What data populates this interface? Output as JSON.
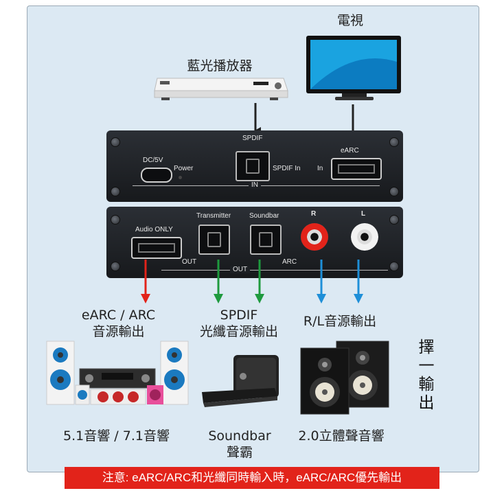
{
  "sources": {
    "tv_label": "電視",
    "bluray_label": "藍光播放器"
  },
  "input_panel": {
    "spdif": "SPDIF",
    "dc": "DC/5V",
    "power": "Power",
    "spdif_in": "SPDIF In",
    "in_small": "In",
    "earc": "eARC",
    "in_group": "IN"
  },
  "output_panel": {
    "audio_only": "Audio ONLY",
    "transmitter": "Transmitter",
    "soundbar": "Soundbar",
    "r": "R",
    "l": "L",
    "out_small": "OUT",
    "out_group": "OUT",
    "arc": "ARC"
  },
  "outputs": [
    {
      "line1": "eARC / ARC",
      "line2": "音源輸出",
      "device": "5.1音響 / 7.1音響",
      "device2": ""
    },
    {
      "line1": "SPDIF",
      "line2": "光纖音源輸出",
      "device": "Soundbar",
      "device2": "聲霸"
    },
    {
      "line1": "R/L音源輸出",
      "line2": "",
      "device": "2.0立體聲音響",
      "device2": ""
    }
  ],
  "side_text": "擇一輸出",
  "note": "注意: eARC/ARC和光纖同時輸入時，eARC/ARC優先輸出",
  "colors": {
    "red": "#e2231a",
    "green": "#1e9a3e",
    "blue": "#1e8fd8",
    "panel": "#1d2024"
  }
}
